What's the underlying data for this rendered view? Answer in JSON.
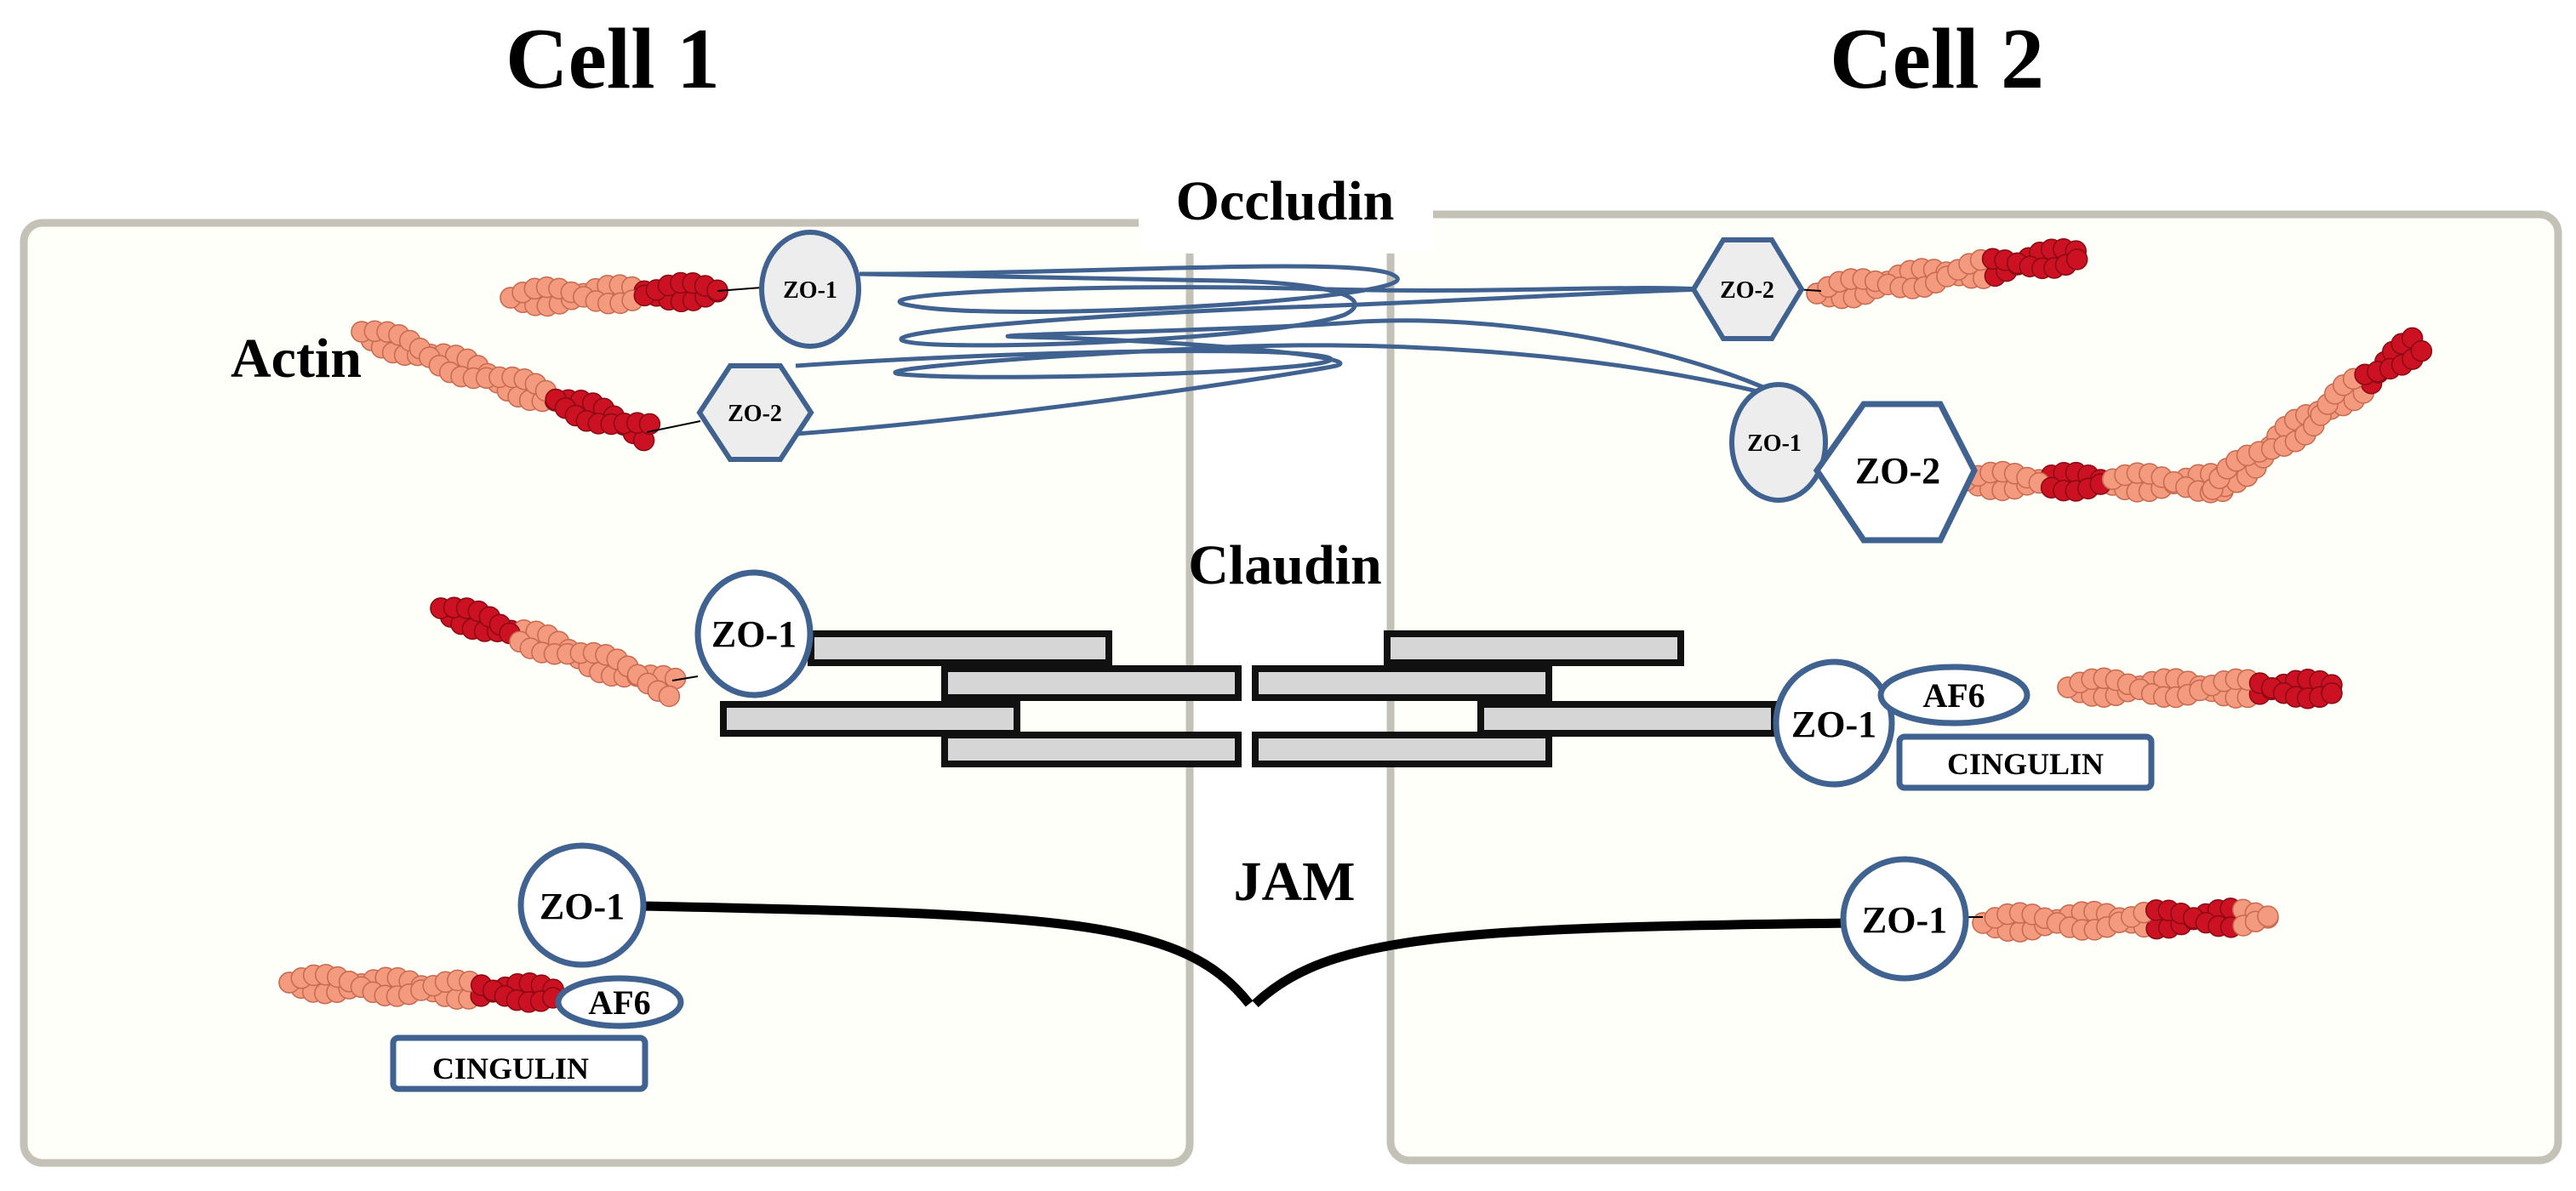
{
  "cells": {
    "cell1_label": "Cell 1",
    "cell2_label": "Cell 2"
  },
  "labels": {
    "occludin": "Occludin",
    "claudin": "Claudin",
    "jam": "JAM",
    "actin": "Actin"
  },
  "proteins": {
    "zo1": "ZO-1",
    "zo2": "ZO-2",
    "af6": "AF6",
    "cingulin": "CINGULIN"
  },
  "colors": {
    "membrane": "#c4c1b7",
    "protein_outline": "#3f6290",
    "actin_light": "#f39a7f",
    "actin_dark": "#cc1122",
    "claudin_fill": "#d6d6d6"
  }
}
